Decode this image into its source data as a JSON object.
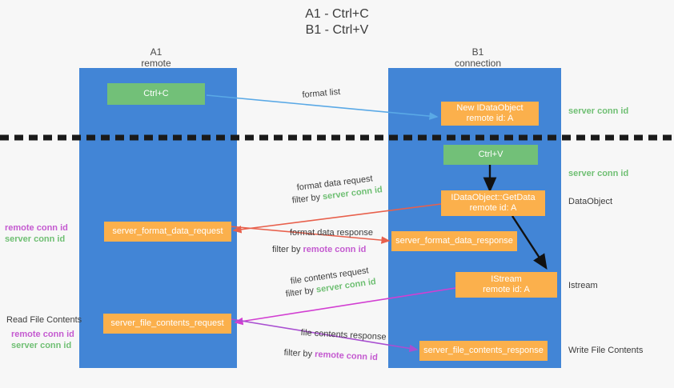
{
  "title": {
    "line1": "A1 - Ctrl+C",
    "line2": "B1 - Ctrl+V"
  },
  "columns": [
    {
      "name": "A1",
      "sub": "remote"
    },
    {
      "name": "B1",
      "sub": "connection"
    }
  ],
  "boxes": {
    "ctrl_c": "Ctrl+C",
    "ctrl_v": "Ctrl+V",
    "idataobject_line1": "New IDataObject",
    "idataobject_line2": "remote id: A",
    "getdata_line1": "IDataObject::GetData",
    "getdata_line2": "remote id: A",
    "istream_line1": "IStream",
    "istream_line2": "remote id: A",
    "server_format_data_request": "server_format_data_request",
    "server_format_data_response": "server_format_data_response",
    "server_file_contents_request": "server_file_contents_request",
    "server_file_contents_response": "server_file_contents_response"
  },
  "arrow_labels": {
    "format_list": "format list",
    "format_data_request": "format data request",
    "format_data_request_filter_prefix": "filter by ",
    "format_data_request_filter_id": "server conn id",
    "format_data_response": "format data response",
    "format_data_response_filter_prefix": "filter by ",
    "format_data_response_filter_id": "remote conn id",
    "file_contents_request": "file contents request",
    "file_contents_request_filter_prefix": "filter by ",
    "file_contents_request_filter_id": "server conn id",
    "file_contents_response": "file contents response",
    "file_contents_response_filter_prefix": "filter by ",
    "file_contents_response_filter_id": "remote conn id"
  },
  "side_labels": {
    "right_server_conn_id_top": "server conn id",
    "right_server_conn_id_mid": "server conn id",
    "right_dataobject": "DataObject",
    "right_istream": "Istream",
    "right_write_file_contents": "Write File Contents",
    "left_remote_conn_id_1": "remote conn id",
    "left_server_conn_id_1": "server conn id",
    "left_read_file_contents": "Read File Contents",
    "left_remote_conn_id_2": "remote conn id",
    "left_server_conn_id_2": "server conn id"
  },
  "colors": {
    "lane": "#4285d6",
    "green_box": "#72c078",
    "orange_box": "#fbb04c",
    "green_text": "#6fbf73",
    "purple_text": "#c45ad0",
    "arrow_blue": "#5aa9e6",
    "arrow_red": "#e8604c",
    "arrow_magenta": "#d23fd2",
    "arrow_purple": "#a94fd1",
    "arrow_black": "#111111",
    "divider": "#1a1a1a",
    "background": "#f7f7f7"
  }
}
